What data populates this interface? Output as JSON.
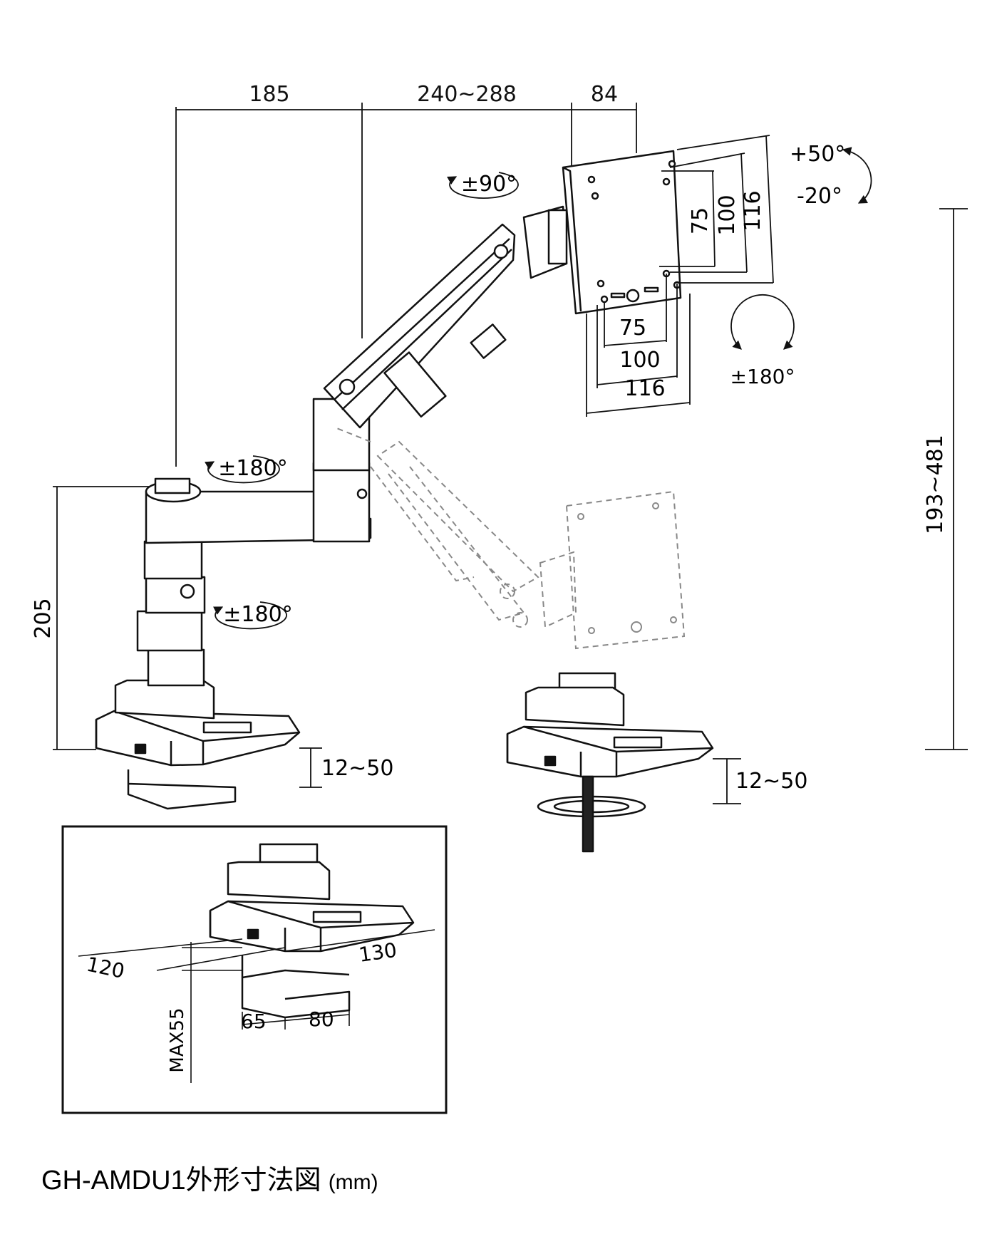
{
  "dimensions": {
    "top_185": "185",
    "top_240_288": "240~288",
    "top_84": "84",
    "vesa_h_75": "75",
    "vesa_h_100": "100",
    "vesa_h_116": "116",
    "vesa_w_75": "75",
    "vesa_w_100": "100",
    "vesa_w_116": "116",
    "height_193_481": "193~481",
    "pole_205": "205",
    "clamp_range_left": "12~50",
    "clamp_range_right": "12~50",
    "inset_120": "120",
    "inset_130": "130",
    "inset_65": "65",
    "inset_80": "80",
    "inset_max55": "MAX55"
  },
  "rotations": {
    "tilt_up": "+50°",
    "tilt_down": "-20°",
    "swivel_head": "±90°",
    "rotate_panel": "±180°",
    "joint_elbow": "±180°",
    "joint_pole": "±180°"
  },
  "caption": {
    "model": "GH-AMDU1外形寸法図",
    "unit": "(mm)"
  },
  "colors": {
    "line": "#111111",
    "ghost": "#888888",
    "background": "#ffffff"
  }
}
